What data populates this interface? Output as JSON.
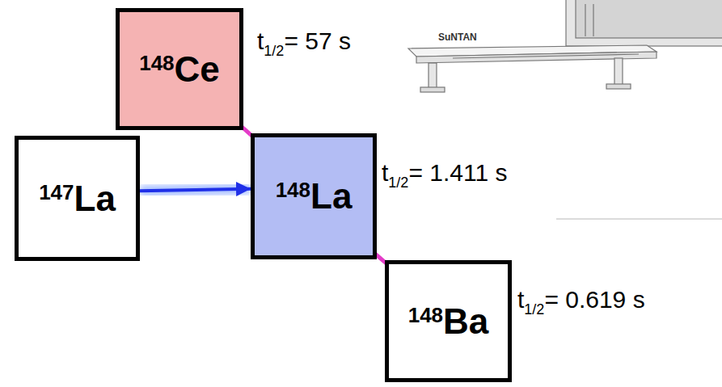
{
  "diagram": {
    "nodes": [
      {
        "text": [
          "148Ce"
        ]
      },
      {
        "text": [
          "147La"
        ]
      },
      {
        "text": [
          "148La"
        ]
      },
      {
        "text": [
          "148Ba"
        ]
      }
    ],
    "edges": [
      {
        "from": 1,
        "to": 2,
        "arrow": "to"
      },
      {
        "from": 3,
        "to": 2,
        "arrow": "to"
      },
      {
        "from": 2,
        "to": 0,
        "arrow": "to"
      }
    ],
    "labels": [
      "t1/2= 57 s",
      "t1/2= 1.411 s",
      "t1/2= 0.619 s",
      "SuNTAN"
    ]
  }
}
